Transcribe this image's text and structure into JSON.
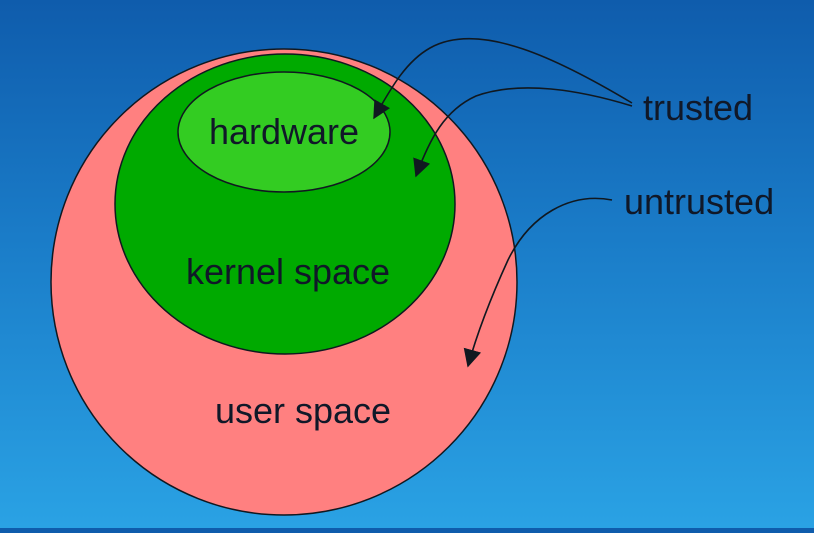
{
  "diagram": {
    "regions": [
      {
        "id": "user",
        "label": "user space",
        "fill": "#ff8080"
      },
      {
        "id": "kernel",
        "label": "kernel space",
        "fill": "#00aa00"
      },
      {
        "id": "hardware",
        "label": "hardware",
        "fill": "#33cc22"
      }
    ],
    "annotations": {
      "trusted": "trusted",
      "untrusted": "untrusted"
    },
    "outline_color": "#101820",
    "background": [
      "#0f5cac",
      "#2aa2e4"
    ]
  }
}
